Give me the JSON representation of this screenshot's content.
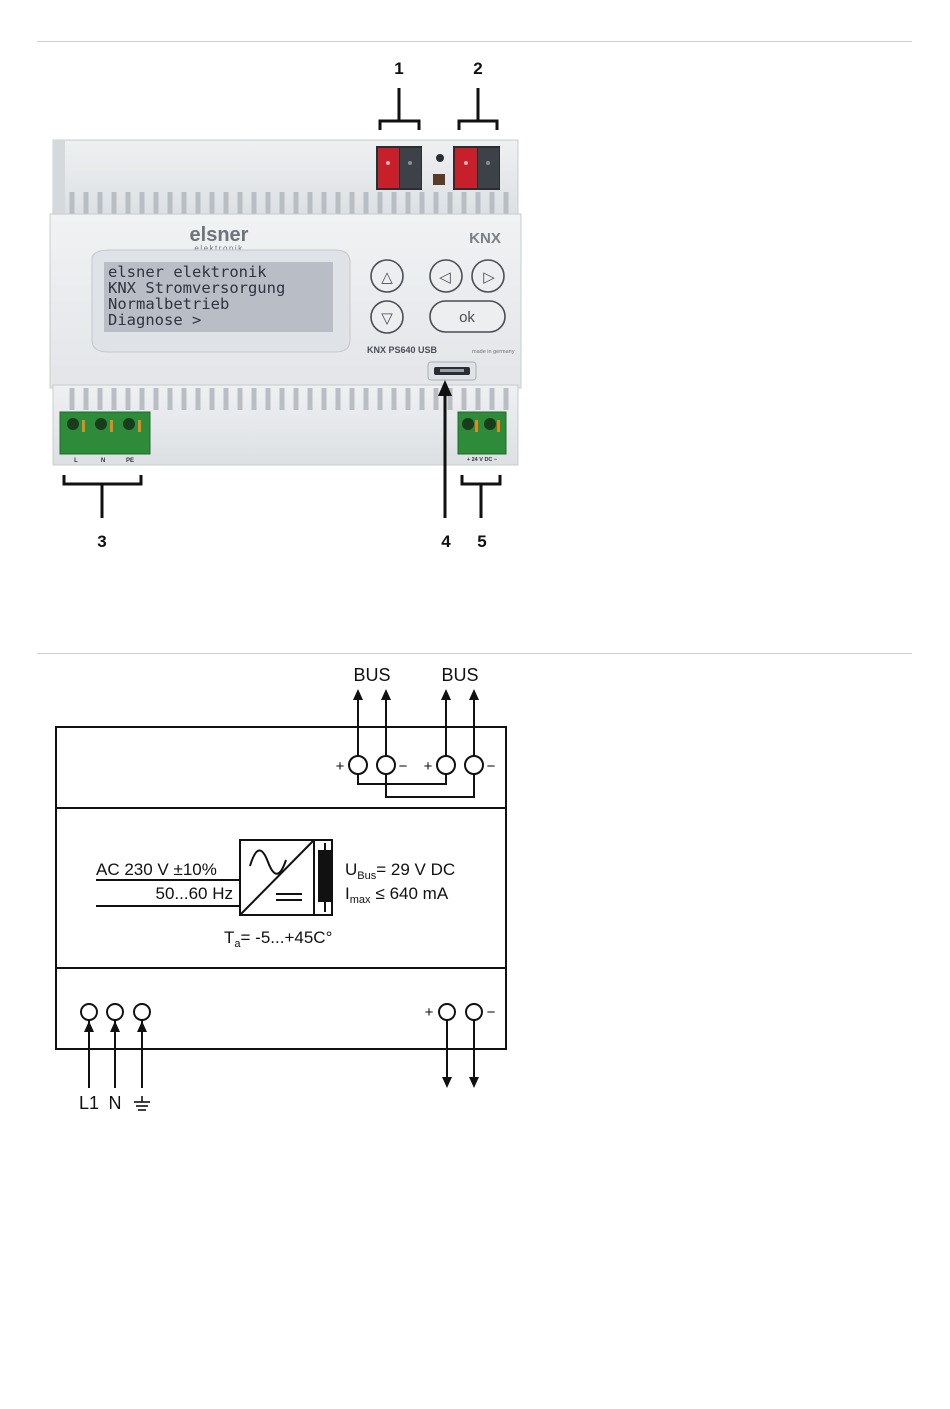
{
  "device": {
    "brand": "elsner",
    "brand_sub": "elektronik",
    "knx_logo": "KNX",
    "model_label": "KNX PS640 USB",
    "made_in": "made in germany",
    "display_lines": [
      "elsner elektronik",
      "KNX Stromversorgung",
      "Normalbetrieb",
      "Diagnose >"
    ],
    "buttons": {
      "up": "△",
      "down": "▽",
      "left": "◁",
      "right": "▷",
      "ok": "ok"
    },
    "terminal_labels_left": [
      "L",
      "N",
      "PE"
    ],
    "terminal_label_right": "+  24 V DC  −",
    "callouts": [
      "1",
      "2",
      "3",
      "4",
      "5"
    ]
  },
  "schematic": {
    "bus_label_1": "BUS",
    "bus_label_2": "BUS",
    "plus": "+",
    "minus": "−",
    "input_line_1": "AC 230 V ±10%",
    "input_line_2": "50...60 Hz",
    "ubus_main": "U",
    "ubus_sub": "Bus",
    "ubus_value": "= 29 V DC",
    "imax_main": "I",
    "imax_sub": "max",
    "imax_value": "≤ 640 mA",
    "ta_main": "T",
    "ta_sub": "a",
    "ta_value": "= -5...+45C°",
    "label_l1": "L1",
    "label_n": "N",
    "ground_icon": "earth-ground-icon"
  },
  "colors": {
    "housing": "#e6e8ea",
    "lcd": "#b9bdc6",
    "bus_red": "#c8202a",
    "bus_dark": "#3c4248",
    "terminal_green": "#2e8b3a"
  }
}
